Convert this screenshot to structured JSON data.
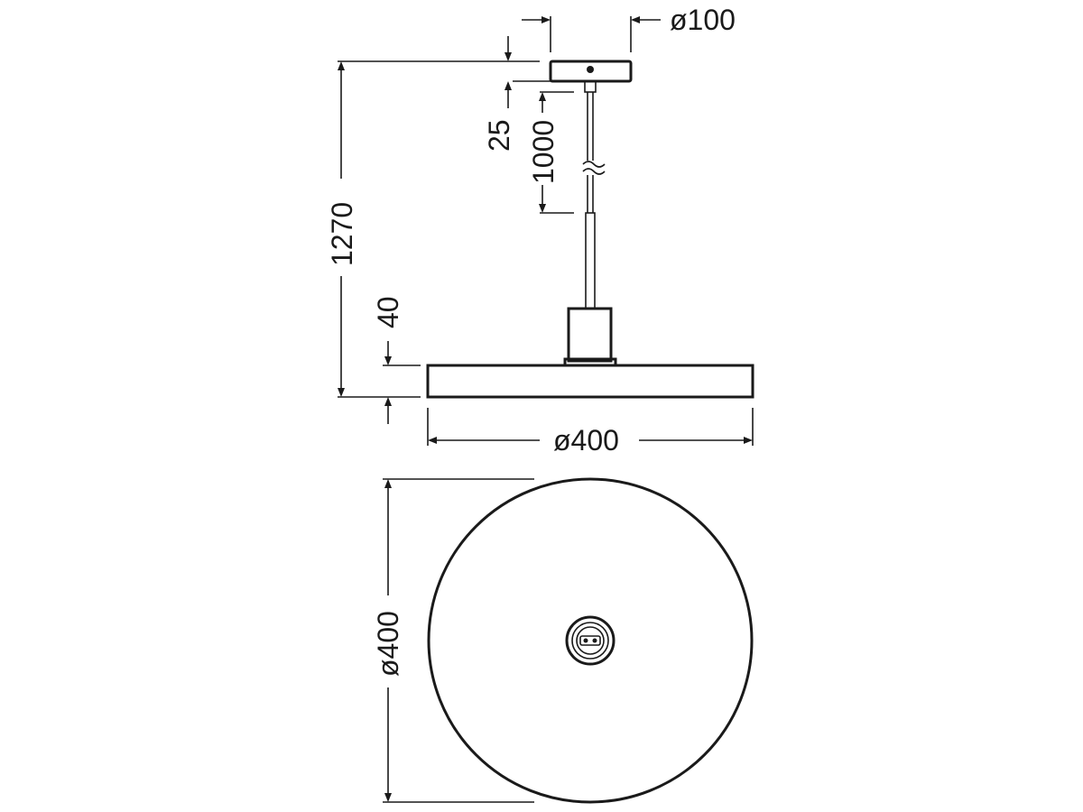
{
  "dimensions": {
    "canopy_diameter": "ø100",
    "canopy_height": "25",
    "cable_length": "1000",
    "overall_height": "1270",
    "disc_height": "40",
    "disc_diameter_side": "ø400",
    "disc_diameter_plan": "ø400"
  },
  "colors": {
    "line": "#1a1a1a",
    "background": "#ffffff"
  }
}
